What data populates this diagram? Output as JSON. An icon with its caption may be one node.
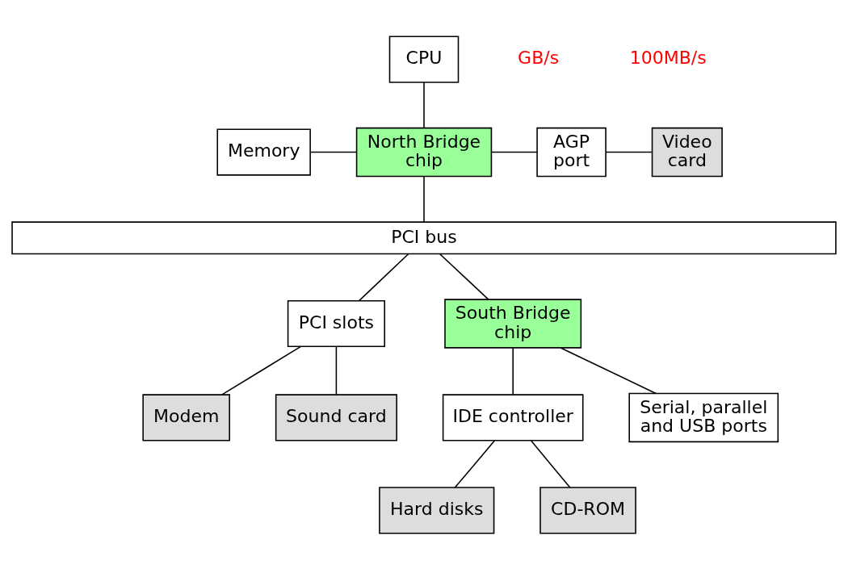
{
  "diagram": {
    "nodes": [
      {
        "text": [
          "CPU"
        ]
      },
      {
        "text": [
          "Memory"
        ]
      },
      {
        "text": [
          "North Bridge chip"
        ]
      },
      {
        "text": [
          "AGP port"
        ]
      },
      {
        "text": [
          "Video card"
        ]
      },
      {
        "text": [
          "PCI bus"
        ]
      },
      {
        "text": [
          "PCI slots"
        ]
      },
      {
        "text": [
          "South Bridge chip"
        ]
      },
      {
        "text": [
          "Modem"
        ]
      },
      {
        "text": [
          "Sound card"
        ]
      },
      {
        "text": [
          "IDE controller"
        ]
      },
      {
        "text": [
          "Serial, parallel and USB ports"
        ]
      },
      {
        "text": [
          "Hard disks"
        ]
      },
      {
        "text": [
          "CD-ROM"
        ]
      }
    ],
    "edges": [
      {
        "from": 0,
        "to": 2,
        "arrow": "none"
      },
      {
        "from": 1,
        "to": 2,
        "arrow": "none"
      },
      {
        "from": 2,
        "to": 3,
        "arrow": "none"
      },
      {
        "from": 3,
        "to": 4,
        "arrow": "none"
      },
      {
        "from": 2,
        "to": 5,
        "arrow": "none"
      },
      {
        "from": 5,
        "to": 6,
        "arrow": "none"
      },
      {
        "from": 5,
        "to": 7,
        "arrow": "none"
      },
      {
        "from": 6,
        "to": 8,
        "arrow": "none"
      },
      {
        "from": 6,
        "to": 9,
        "arrow": "none"
      },
      {
        "from": 7,
        "to": 10,
        "arrow": "none"
      },
      {
        "from": 7,
        "to": 11,
        "arrow": "none"
      },
      {
        "from": 10,
        "to": 12,
        "arrow": "none"
      },
      {
        "from": 10,
        "to": 13,
        "arrow": "none"
      }
    ],
    "labels": [
      "GB/s",
      "100MB/s"
    ]
  }
}
